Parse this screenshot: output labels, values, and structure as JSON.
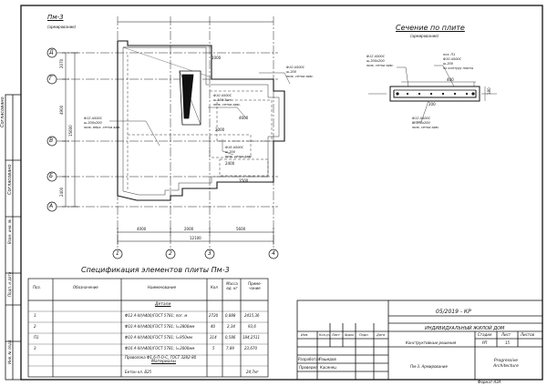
{
  "sheet": {
    "plan_title": "Пм-3",
    "plan_subtitle": "(армирование)",
    "section_title": "Сечение по плите",
    "section_subtitle": "(армирование)",
    "side_stamps": [
      "Согласовано",
      "Согласовано",
      "Взам. инв. №",
      "Подп. и дата",
      "Инв. № подл."
    ],
    "footer": "Формат А3А"
  },
  "plan": {
    "axes_rows": [
      "Д",
      "Г",
      "В",
      "Б",
      "А"
    ],
    "axes_cols": [
      "1",
      "2",
      "3",
      "4"
    ],
    "dims_bottom": [
      "4000",
      "2000",
      "5600"
    ],
    "dim_total": "12100",
    "dims_left": [
      "2070",
      "4900",
      "15600",
      "2400"
    ],
    "callouts": [
      {
        "lines": [
          "Ф12 А500С",
          "ш.200х200",
          "ниж. верх. сетки арм."
        ]
      },
      {
        "lines": [
          "Ф10 А500С",
          "ш.200",
          "ниж. сетки арм."
        ]
      },
      {
        "lines": [
          "Ф10 А500С",
          "ш.150 3шт.",
          "ниж. сетки арм."
        ]
      },
      {
        "lines": [
          "Ф16 А500С",
          "ш.200",
          "ниж. сетки арм."
        ]
      }
    ],
    "inner_dims": [
      "1000",
      "2000",
      "4600",
      "2400",
      "3500"
    ]
  },
  "section": {
    "callouts_top": [
      "Ф12 А500С",
      "ш.200х200",
      "ниж. сетки арм.",
      "поз. П1",
      "Ф10 А500С",
      "ш.200",
      "по контуру плиты"
    ],
    "callouts_bottom": [
      "Ф12 А500С",
      "ш.200х200",
      "ниж. сетки арм."
    ],
    "dims": [
      "400",
      "180",
      "200"
    ]
  },
  "spec": {
    "title": "Спецификация элементов плиты Пм-3",
    "headers": [
      "Поз.",
      "Обозначение",
      "Наименование",
      "Кол",
      "Масса ед. кг",
      "Приме-чание"
    ],
    "section_details": "Детали",
    "rows": [
      {
        "pos": "1",
        "name": "Ф12 А-III(А400)ГОСТ 5781; пог. м",
        "qty": "2720",
        "mass": "0,888",
        "note": "2415,36"
      },
      {
        "pos": "2",
        "name": "Ф10 А-III(А400)ГОСТ 5781; l=3800мм",
        "qty": "40",
        "mass": "2,34",
        "note": "93,6"
      },
      {
        "pos": "П1",
        "name": "Ф10 А-III(А400)ГОСТ 5781; l=950мм",
        "qty": "314",
        "mass": "0,586",
        "note": "184,2511"
      },
      {
        "pos": "3",
        "name": "Ф16 А-III(А400)ГОСТ 5781; l=3000мм",
        "qty": "5",
        "mass": "7,89",
        "note": "23,670"
      },
      {
        "pos": "",
        "name": "Проволока Ф1,6-П-О-С, ГОСТ 3282-80",
        "qty": "",
        "mass": "",
        "note": ""
      }
    ],
    "section_materials": "Материалы",
    "materials": [
      {
        "pos": "",
        "name": "Бетон кл. В25",
        "qty": "",
        "mass": "",
        "note": "24,7м³"
      }
    ]
  },
  "title_block": {
    "code": "05/2019 - КР",
    "project": "ИНДИВИДУАЛЬНЫЙ ЖИЛОЙ ДОМ",
    "rev_headers": [
      "Изм.",
      "Кол.уч",
      "Лист",
      "№док",
      "Подп.",
      "Дата"
    ],
    "section_name": "Конструктивные решения",
    "stage_headers": [
      "Стадия",
      "Лист",
      "Листов"
    ],
    "stage": "РП",
    "sheet_no": "15",
    "sheets_total": "",
    "dev_label": "Разработал",
    "dev_name": "Рашидов",
    "chk_label": "Проверил",
    "chk_name": "Касинец",
    "drawing_name": "Пм-3. Армирование",
    "org": "Progressive Architecture"
  }
}
